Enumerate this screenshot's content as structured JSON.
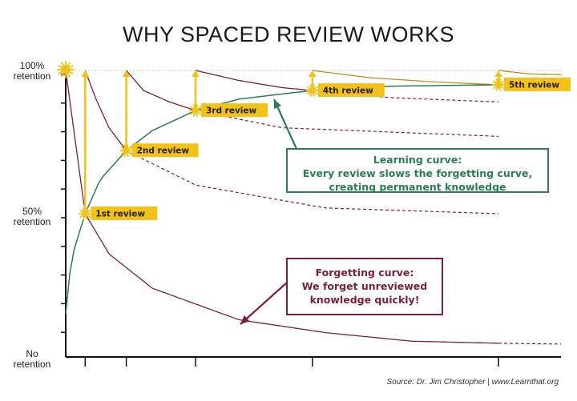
{
  "title": "WHY SPACED REVIEW WORKS",
  "y_labels": {
    "top": [
      "100%",
      "retention"
    ],
    "middle": [
      "50%",
      "retention"
    ],
    "bottom": [
      "No",
      "retention"
    ]
  },
  "source": "Source: Dr. Jim Christopher | www.Learnthat.org",
  "learning_callout": [
    "Learning curve:",
    "Every review slows the forgetting curve,",
    "creating permanent knowledge"
  ],
  "forgetting_callout": [
    "Forgetting curve:",
    "We forget unreviewed",
    "knowledge quickly!"
  ],
  "colors": {
    "learning": "#2a7f4f",
    "forgetting": "#7b1f3a",
    "review": "#f2c21b",
    "reviewed_curve": "#b8912a"
  },
  "chart_data": {
    "type": "line",
    "title": "WHY SPACED REVIEW WORKS",
    "ylim": [
      0,
      100
    ],
    "xlim": [
      0,
      100
    ],
    "y_tick_labels": [
      "100% retention",
      "50% retention",
      "No retention"
    ],
    "reviews": [
      {
        "label": "1st review",
        "x": 4.5,
        "retention_before": 50
      },
      {
        "label": "2nd review",
        "x": 14,
        "retention_before": 72
      },
      {
        "label": "3rd review",
        "x": 30,
        "retention_before": 86
      },
      {
        "label": "4th review",
        "x": 57,
        "retention_before": 93
      },
      {
        "label": "5th review",
        "x": 100,
        "retention_before": 95
      }
    ],
    "learning_curve": {
      "x": [
        0,
        1,
        2,
        4.5,
        8,
        14,
        20,
        30,
        40,
        57,
        75,
        100,
        115
      ],
      "y": [
        15,
        30,
        38,
        50,
        62,
        72,
        79,
        86,
        90,
        93,
        94.5,
        95,
        96
      ]
    },
    "forgetting_curves": [
      {
        "start_x": 0,
        "x": [
          0,
          4.5,
          10,
          20,
          40,
          60,
          80,
          100,
          115
        ],
        "y": [
          100,
          50,
          36,
          24,
          13,
          8.5,
          5.5,
          4.8,
          4.5
        ]
      },
      {
        "start_x": 4.5,
        "x": [
          4.5,
          7,
          10,
          14,
          30,
          60,
          100
        ],
        "y": [
          100,
          90,
          80,
          72,
          60,
          52,
          50
        ]
      },
      {
        "start_x": 14,
        "x": [
          14,
          18,
          24,
          30,
          50,
          100
        ],
        "y": [
          100,
          93,
          89,
          86,
          80,
          77
        ]
      },
      {
        "start_x": 30,
        "x": [
          30,
          40,
          50,
          57,
          75,
          100
        ],
        "y": [
          100,
          96.5,
          94,
          93,
          90.5,
          89
        ]
      },
      {
        "start_x": 57,
        "x": [
          57,
          70,
          85,
          100,
          115
        ],
        "y": [
          100,
          97.5,
          96,
          95,
          95
        ]
      },
      {
        "start_x": 100,
        "x": [
          100,
          107,
          115
        ],
        "y": [
          100,
          98.8,
          98.5
        ]
      }
    ]
  }
}
